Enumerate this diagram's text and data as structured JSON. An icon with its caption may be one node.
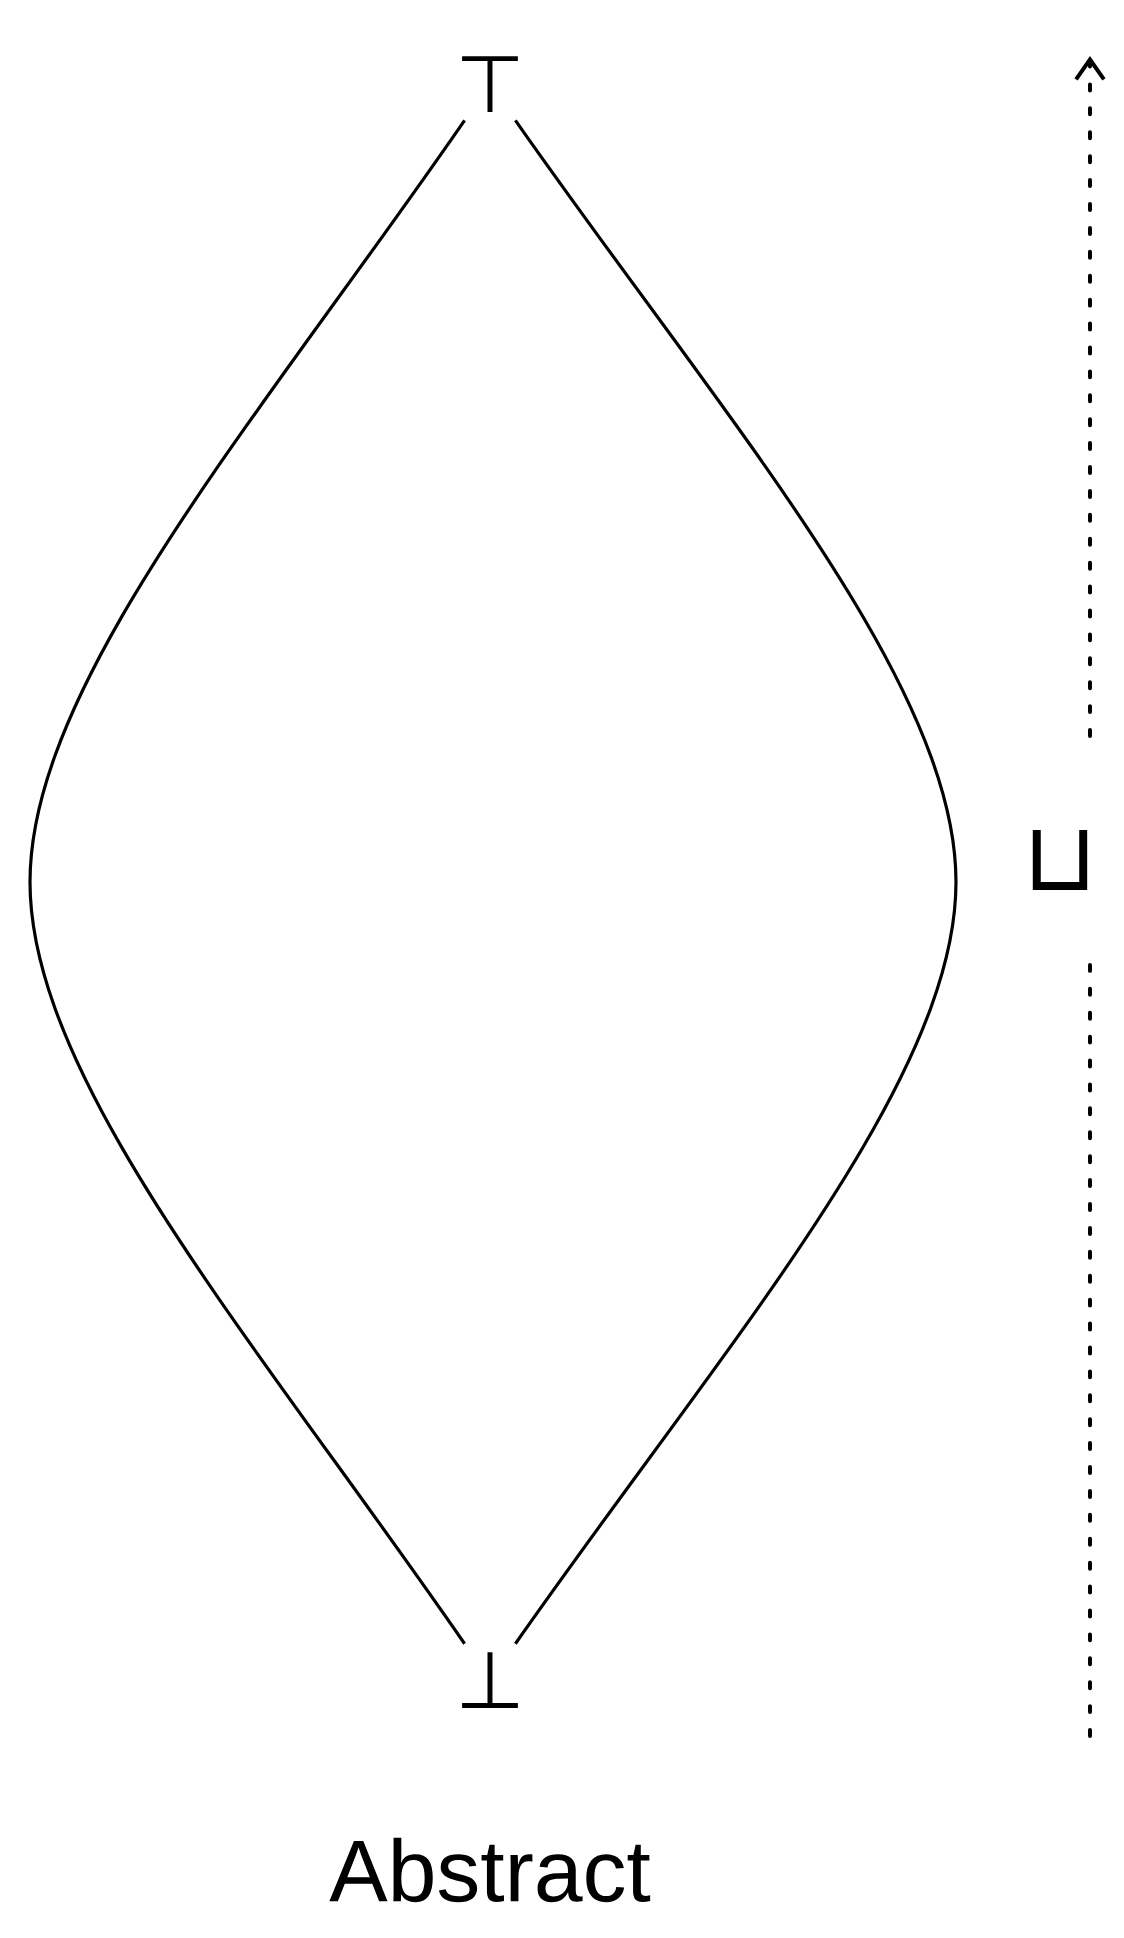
{
  "diagram": {
    "caption": "Abstract",
    "nodes": [
      {
        "text": [
          "⊤"
        ]
      },
      {
        "text": [
          "⊥"
        ]
      }
    ],
    "edges": [
      {
        "from": 0,
        "to": 1,
        "arrow": "none"
      },
      {
        "from": 0,
        "to": 1,
        "arrow": "none"
      }
    ],
    "labels": [
      "⊔"
    ]
  }
}
